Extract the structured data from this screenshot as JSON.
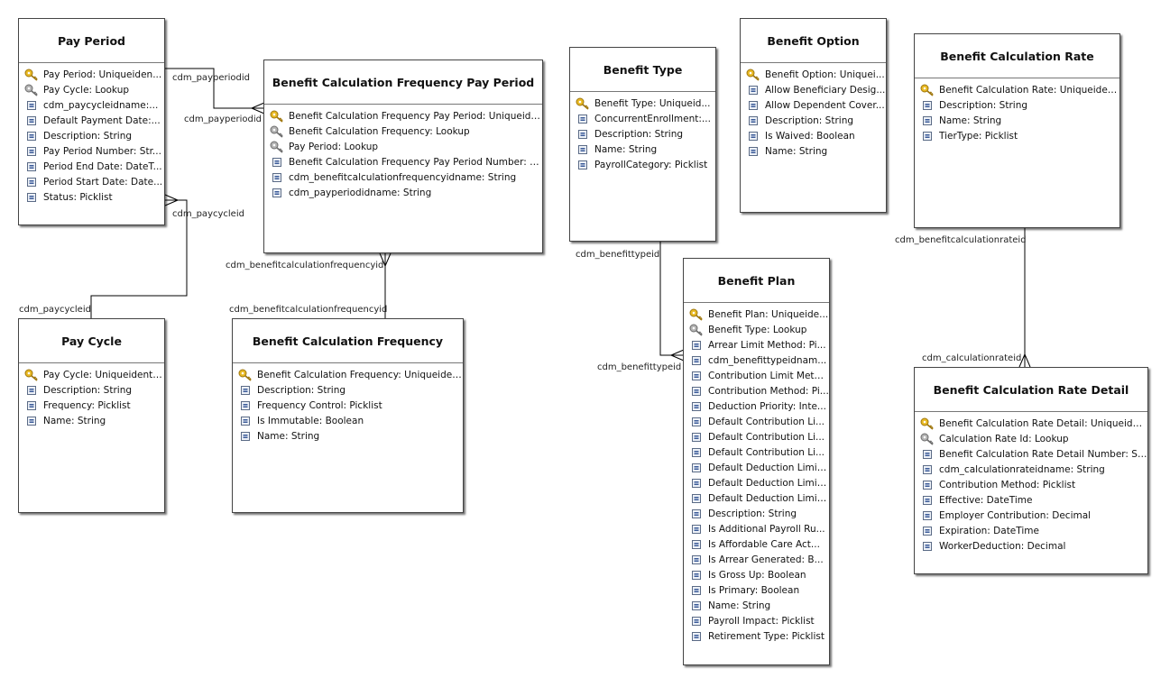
{
  "entities": [
    {
      "id": "pay-period",
      "title": "Pay Period",
      "fields": [
        {
          "icon": "primary-key-icon",
          "text": "Pay Period: Uniqueiden..."
        },
        {
          "icon": "foreign-key-icon",
          "text": "Pay Cycle: Lookup"
        },
        {
          "icon": "attribute-icon",
          "text": "cdm_paycycleidname:..."
        },
        {
          "icon": "attribute-icon",
          "text": "Default Payment Date:..."
        },
        {
          "icon": "attribute-icon",
          "text": "Description: String"
        },
        {
          "icon": "attribute-icon",
          "text": "Pay Period Number: Str..."
        },
        {
          "icon": "attribute-icon",
          "text": "Period End Date: DateT..."
        },
        {
          "icon": "attribute-icon",
          "text": "Period Start Date: Date..."
        },
        {
          "icon": "attribute-icon",
          "text": "Status: Picklist"
        }
      ]
    },
    {
      "id": "benefit-calculation-frequency-pay-period",
      "title": "Benefit Calculation Frequency Pay Period",
      "fields": [
        {
          "icon": "primary-key-icon",
          "text": "Benefit Calculation Frequency Pay Period: Uniqueident..."
        },
        {
          "icon": "foreign-key-icon",
          "text": "Benefit Calculation Frequency: Lookup"
        },
        {
          "icon": "foreign-key-icon",
          "text": "Pay Period: Lookup"
        },
        {
          "icon": "attribute-icon",
          "text": "Benefit Calculation Frequency Pay Period Number: Stri..."
        },
        {
          "icon": "attribute-icon",
          "text": "cdm_benefitcalculationfrequencyidname: String"
        },
        {
          "icon": "attribute-icon",
          "text": "cdm_payperiodidname: String"
        }
      ]
    },
    {
      "id": "benefit-type",
      "title": "Benefit Type",
      "fields": [
        {
          "icon": "primary-key-icon",
          "text": "Benefit Type: Uniqueid..."
        },
        {
          "icon": "attribute-icon",
          "text": "ConcurrentEnrollment:..."
        },
        {
          "icon": "attribute-icon",
          "text": "Description: String"
        },
        {
          "icon": "attribute-icon",
          "text": "Name: String"
        },
        {
          "icon": "attribute-icon",
          "text": "PayrollCategory: Picklist"
        }
      ]
    },
    {
      "id": "benefit-option",
      "title": "Benefit Option",
      "fields": [
        {
          "icon": "primary-key-icon",
          "text": "Benefit Option: Uniquei..."
        },
        {
          "icon": "attribute-icon",
          "text": "Allow Beneficiary Desig..."
        },
        {
          "icon": "attribute-icon",
          "text": "Allow Dependent Cover..."
        },
        {
          "icon": "attribute-icon",
          "text": "Description: String"
        },
        {
          "icon": "attribute-icon",
          "text": "Is Waived: Boolean"
        },
        {
          "icon": "attribute-icon",
          "text": "Name: String"
        }
      ]
    },
    {
      "id": "benefit-calculation-rate",
      "title": "Benefit Calculation Rate",
      "fields": [
        {
          "icon": "primary-key-icon",
          "text": "Benefit Calculation Rate: Uniqueident..."
        },
        {
          "icon": "attribute-icon",
          "text": "Description: String"
        },
        {
          "icon": "attribute-icon",
          "text": "Name: String"
        },
        {
          "icon": "attribute-icon",
          "text": "TierType: Picklist"
        }
      ]
    },
    {
      "id": "pay-cycle",
      "title": "Pay Cycle",
      "fields": [
        {
          "icon": "primary-key-icon",
          "text": "Pay Cycle: Uniqueidenti..."
        },
        {
          "icon": "attribute-icon",
          "text": "Description: String"
        },
        {
          "icon": "attribute-icon",
          "text": "Frequency: Picklist"
        },
        {
          "icon": "attribute-icon",
          "text": "Name: String"
        }
      ]
    },
    {
      "id": "benefit-calculation-frequency",
      "title": "Benefit Calculation Frequency",
      "fields": [
        {
          "icon": "primary-key-icon",
          "text": "Benefit Calculation Frequency: Uniqueident..."
        },
        {
          "icon": "attribute-icon",
          "text": "Description: String"
        },
        {
          "icon": "attribute-icon",
          "text": "Frequency Control: Picklist"
        },
        {
          "icon": "attribute-icon",
          "text": "Is Immutable: Boolean"
        },
        {
          "icon": "attribute-icon",
          "text": "Name: String"
        }
      ]
    },
    {
      "id": "benefit-plan",
      "title": "Benefit Plan",
      "fields": [
        {
          "icon": "primary-key-icon",
          "text": "Benefit Plan: Uniqueide..."
        },
        {
          "icon": "foreign-key-icon",
          "text": "Benefit Type: Lookup"
        },
        {
          "icon": "attribute-icon",
          "text": "Arrear Limit Method: Pi..."
        },
        {
          "icon": "attribute-icon",
          "text": "cdm_benefittypeidnam..."
        },
        {
          "icon": "attribute-icon",
          "text": "Contribution Limit Meth..."
        },
        {
          "icon": "attribute-icon",
          "text": "Contribution Method: Pi..."
        },
        {
          "icon": "attribute-icon",
          "text": "Deduction Priority: Inte..."
        },
        {
          "icon": "attribute-icon",
          "text": "Default Contribution Li..."
        },
        {
          "icon": "attribute-icon",
          "text": "Default Contribution Li..."
        },
        {
          "icon": "attribute-icon",
          "text": "Default Contribution Li..."
        },
        {
          "icon": "attribute-icon",
          "text": "Default Deduction Limit..."
        },
        {
          "icon": "attribute-icon",
          "text": "Default Deduction Limit..."
        },
        {
          "icon": "attribute-icon",
          "text": "Default Deduction Limit..."
        },
        {
          "icon": "attribute-icon",
          "text": "Description: String"
        },
        {
          "icon": "attribute-icon",
          "text": "Is Additional Payroll Ru..."
        },
        {
          "icon": "attribute-icon",
          "text": "Is Affordable Care Act..."
        },
        {
          "icon": "attribute-icon",
          "text": "Is Arrear Generated: B..."
        },
        {
          "icon": "attribute-icon",
          "text": "Is Gross Up: Boolean"
        },
        {
          "icon": "attribute-icon",
          "text": "Is Primary: Boolean"
        },
        {
          "icon": "attribute-icon",
          "text": "Name: String"
        },
        {
          "icon": "attribute-icon",
          "text": "Payroll Impact: Picklist"
        },
        {
          "icon": "attribute-icon",
          "text": "Retirement Type: Picklist"
        }
      ]
    },
    {
      "id": "benefit-calculation-rate-detail",
      "title": "Benefit Calculation Rate Detail",
      "fields": [
        {
          "icon": "primary-key-icon",
          "text": "Benefit Calculation Rate Detail: Uniqueident..."
        },
        {
          "icon": "foreign-key-icon",
          "text": "Calculation Rate Id: Lookup"
        },
        {
          "icon": "attribute-icon",
          "text": "Benefit Calculation Rate Detail Number: Stri..."
        },
        {
          "icon": "attribute-icon",
          "text": "cdm_calculationrateidname: String"
        },
        {
          "icon": "attribute-icon",
          "text": "Contribution Method: Picklist"
        },
        {
          "icon": "attribute-icon",
          "text": "Effective: DateTime"
        },
        {
          "icon": "attribute-icon",
          "text": "Employer Contribution: Decimal"
        },
        {
          "icon": "attribute-icon",
          "text": "Expiration: DateTime"
        },
        {
          "icon": "attribute-icon",
          "text": "WorkerDeduction: Decimal"
        }
      ]
    }
  ],
  "relationship_labels": [
    {
      "id": "payperiod-one",
      "text": "cdm_payperiodid"
    },
    {
      "id": "payperiod-many",
      "text": "cdm_payperiodid"
    },
    {
      "id": "paycycle-many",
      "text": "cdm_paycycleid"
    },
    {
      "id": "paycycle-one",
      "text": "cdm_paycycleid"
    },
    {
      "id": "bcf-many",
      "text": "cdm_benefitcalculationfrequencyid"
    },
    {
      "id": "bcf-one",
      "text": "cdm_benefitcalculationfrequencyid"
    },
    {
      "id": "benefittype-one",
      "text": "cdm_benefittypeid"
    },
    {
      "id": "benefittype-many",
      "text": "cdm_benefittypeid"
    },
    {
      "id": "rate-one",
      "text": "cdm_benefitcalculationrateid"
    },
    {
      "id": "rate-many",
      "text": "cdm_calculationrateid"
    }
  ]
}
